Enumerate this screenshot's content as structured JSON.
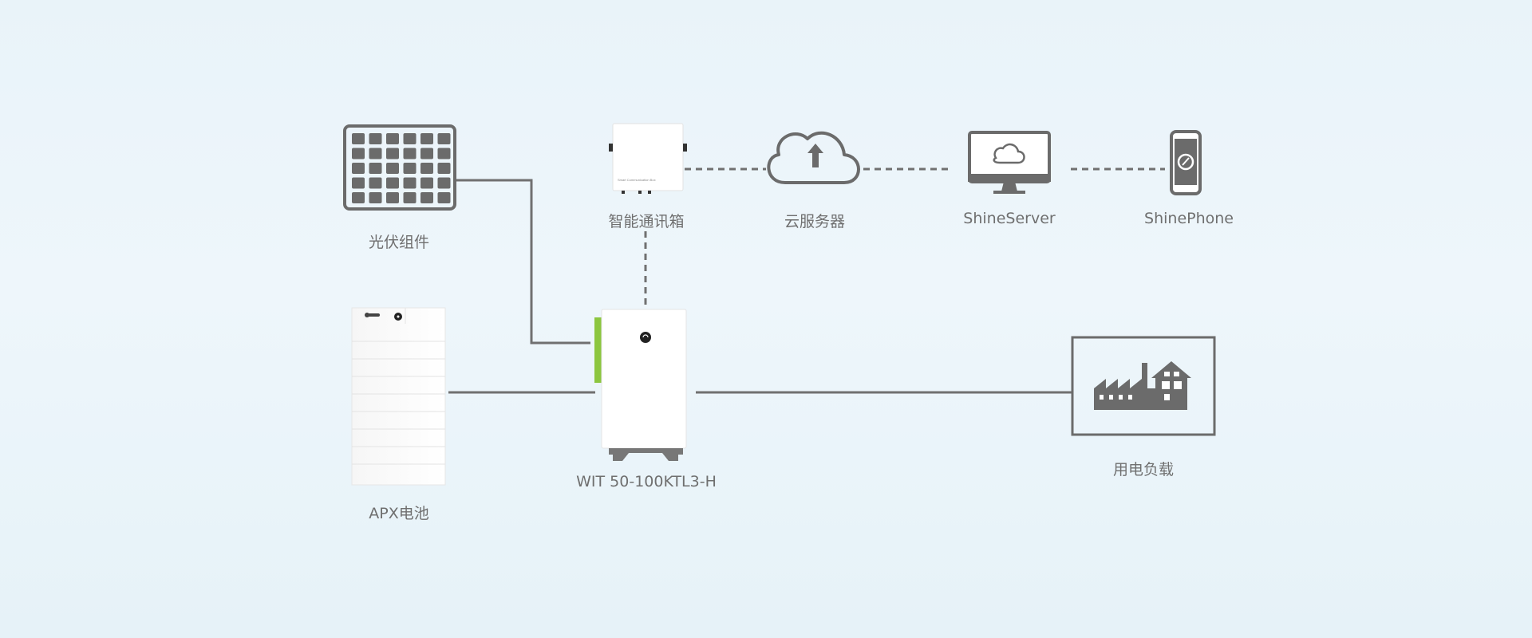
{
  "diagram": {
    "nodes": {
      "pv": {
        "label": "光伏组件",
        "icon": "solar-panel-icon"
      },
      "comm_box": {
        "label": "智能通讯箱",
        "caption": "Smart Communication Box",
        "icon": "communication-box-icon"
      },
      "cloud": {
        "label": "云服务器",
        "icon": "cloud-upload-icon"
      },
      "server": {
        "label": "ShineServer",
        "icon": "monitor-cloud-icon"
      },
      "phone": {
        "label": "ShinePhone",
        "icon": "smartphone-icon"
      },
      "battery": {
        "label": "APX电池",
        "icon": "battery-cabinet-icon"
      },
      "inverter": {
        "label": "WIT 50-100KTL3-H",
        "icon": "inverter-cabinet-icon"
      },
      "load": {
        "label": "用电负载",
        "icon": "factory-load-icon"
      }
    },
    "colors": {
      "line": "#707070",
      "icon": "#6b6b6b",
      "label": "#6f6f6f",
      "accent": "#8cc63f"
    }
  }
}
